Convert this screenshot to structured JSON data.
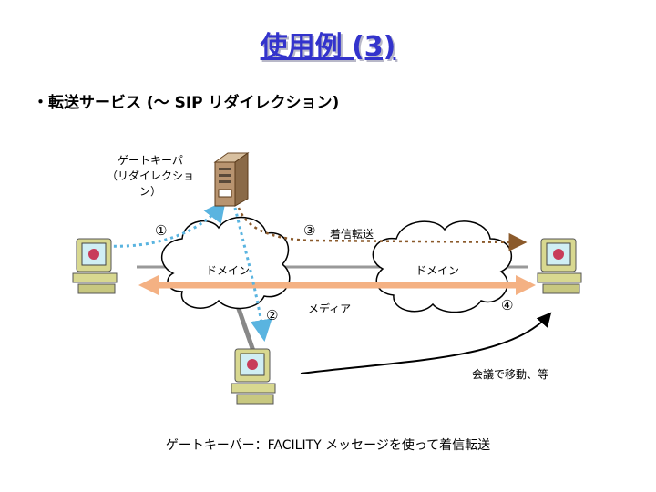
{
  "title": "使用例 (3)",
  "bullet": "・転送サービス (～ SIP リダイレクション)",
  "gatekeeper": {
    "line1": "ゲートキーパ",
    "line2": "（リダイレクション）"
  },
  "steps": {
    "s1": "①",
    "s2": "②",
    "s3": "③",
    "s4": "④"
  },
  "labels": {
    "call_forward": "着信転送",
    "domain_left": "ドメイン",
    "domain_right": "ドメイン",
    "media": "メディア",
    "move": "会議で移動、等"
  },
  "footer": "ゲートキーパー：FACILITY メッセージを使って着信転送",
  "colors": {
    "title": "#3333cc",
    "signal_dotted": "#5ab4e0",
    "forward_dotted": "#8b5a2b",
    "media_arrow": "#f4b183",
    "backbone": "#999999"
  },
  "icons": [
    "server-icon",
    "computer-terminal-icon",
    "cloud-icon"
  ]
}
